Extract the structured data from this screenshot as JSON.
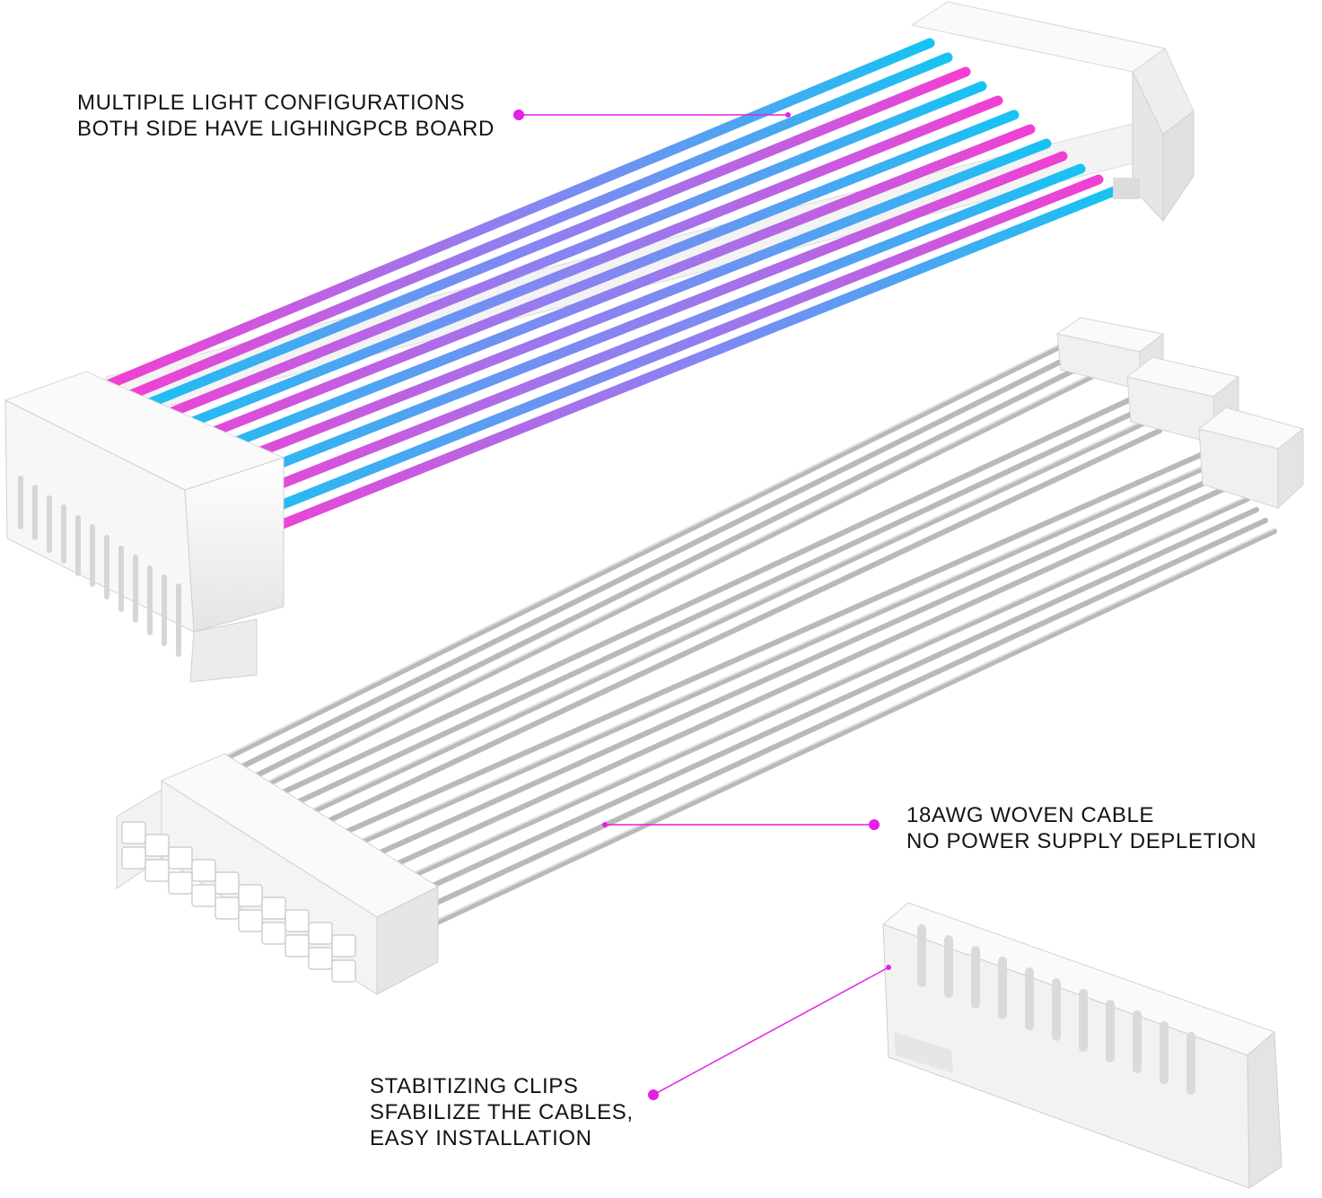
{
  "product": {
    "accent_color": "#e61ee6",
    "led_colors": {
      "cyan": "#16c3f2",
      "magenta": "#f23fd3",
      "blue": "#6f7ff0"
    },
    "cable_color": "#b9b9b9",
    "connector_color": "#f6f6f6"
  },
  "callouts": {
    "lighting": {
      "line1": "MULTIPLE LIGHT CONFIGURATIONS",
      "line2": "BOTH SIDE HAVE LIGHINGPCB BOARD"
    },
    "cable": {
      "line1": "18AWG WOVEN CABLE",
      "line2": "NO POWER SUPPLY DEPLETION"
    },
    "clips": {
      "line1": "STABITIZING CLIPS",
      "line2": "SFABILIZE THE CABLES,",
      "line3": "EASY INSTALLATION"
    }
  }
}
